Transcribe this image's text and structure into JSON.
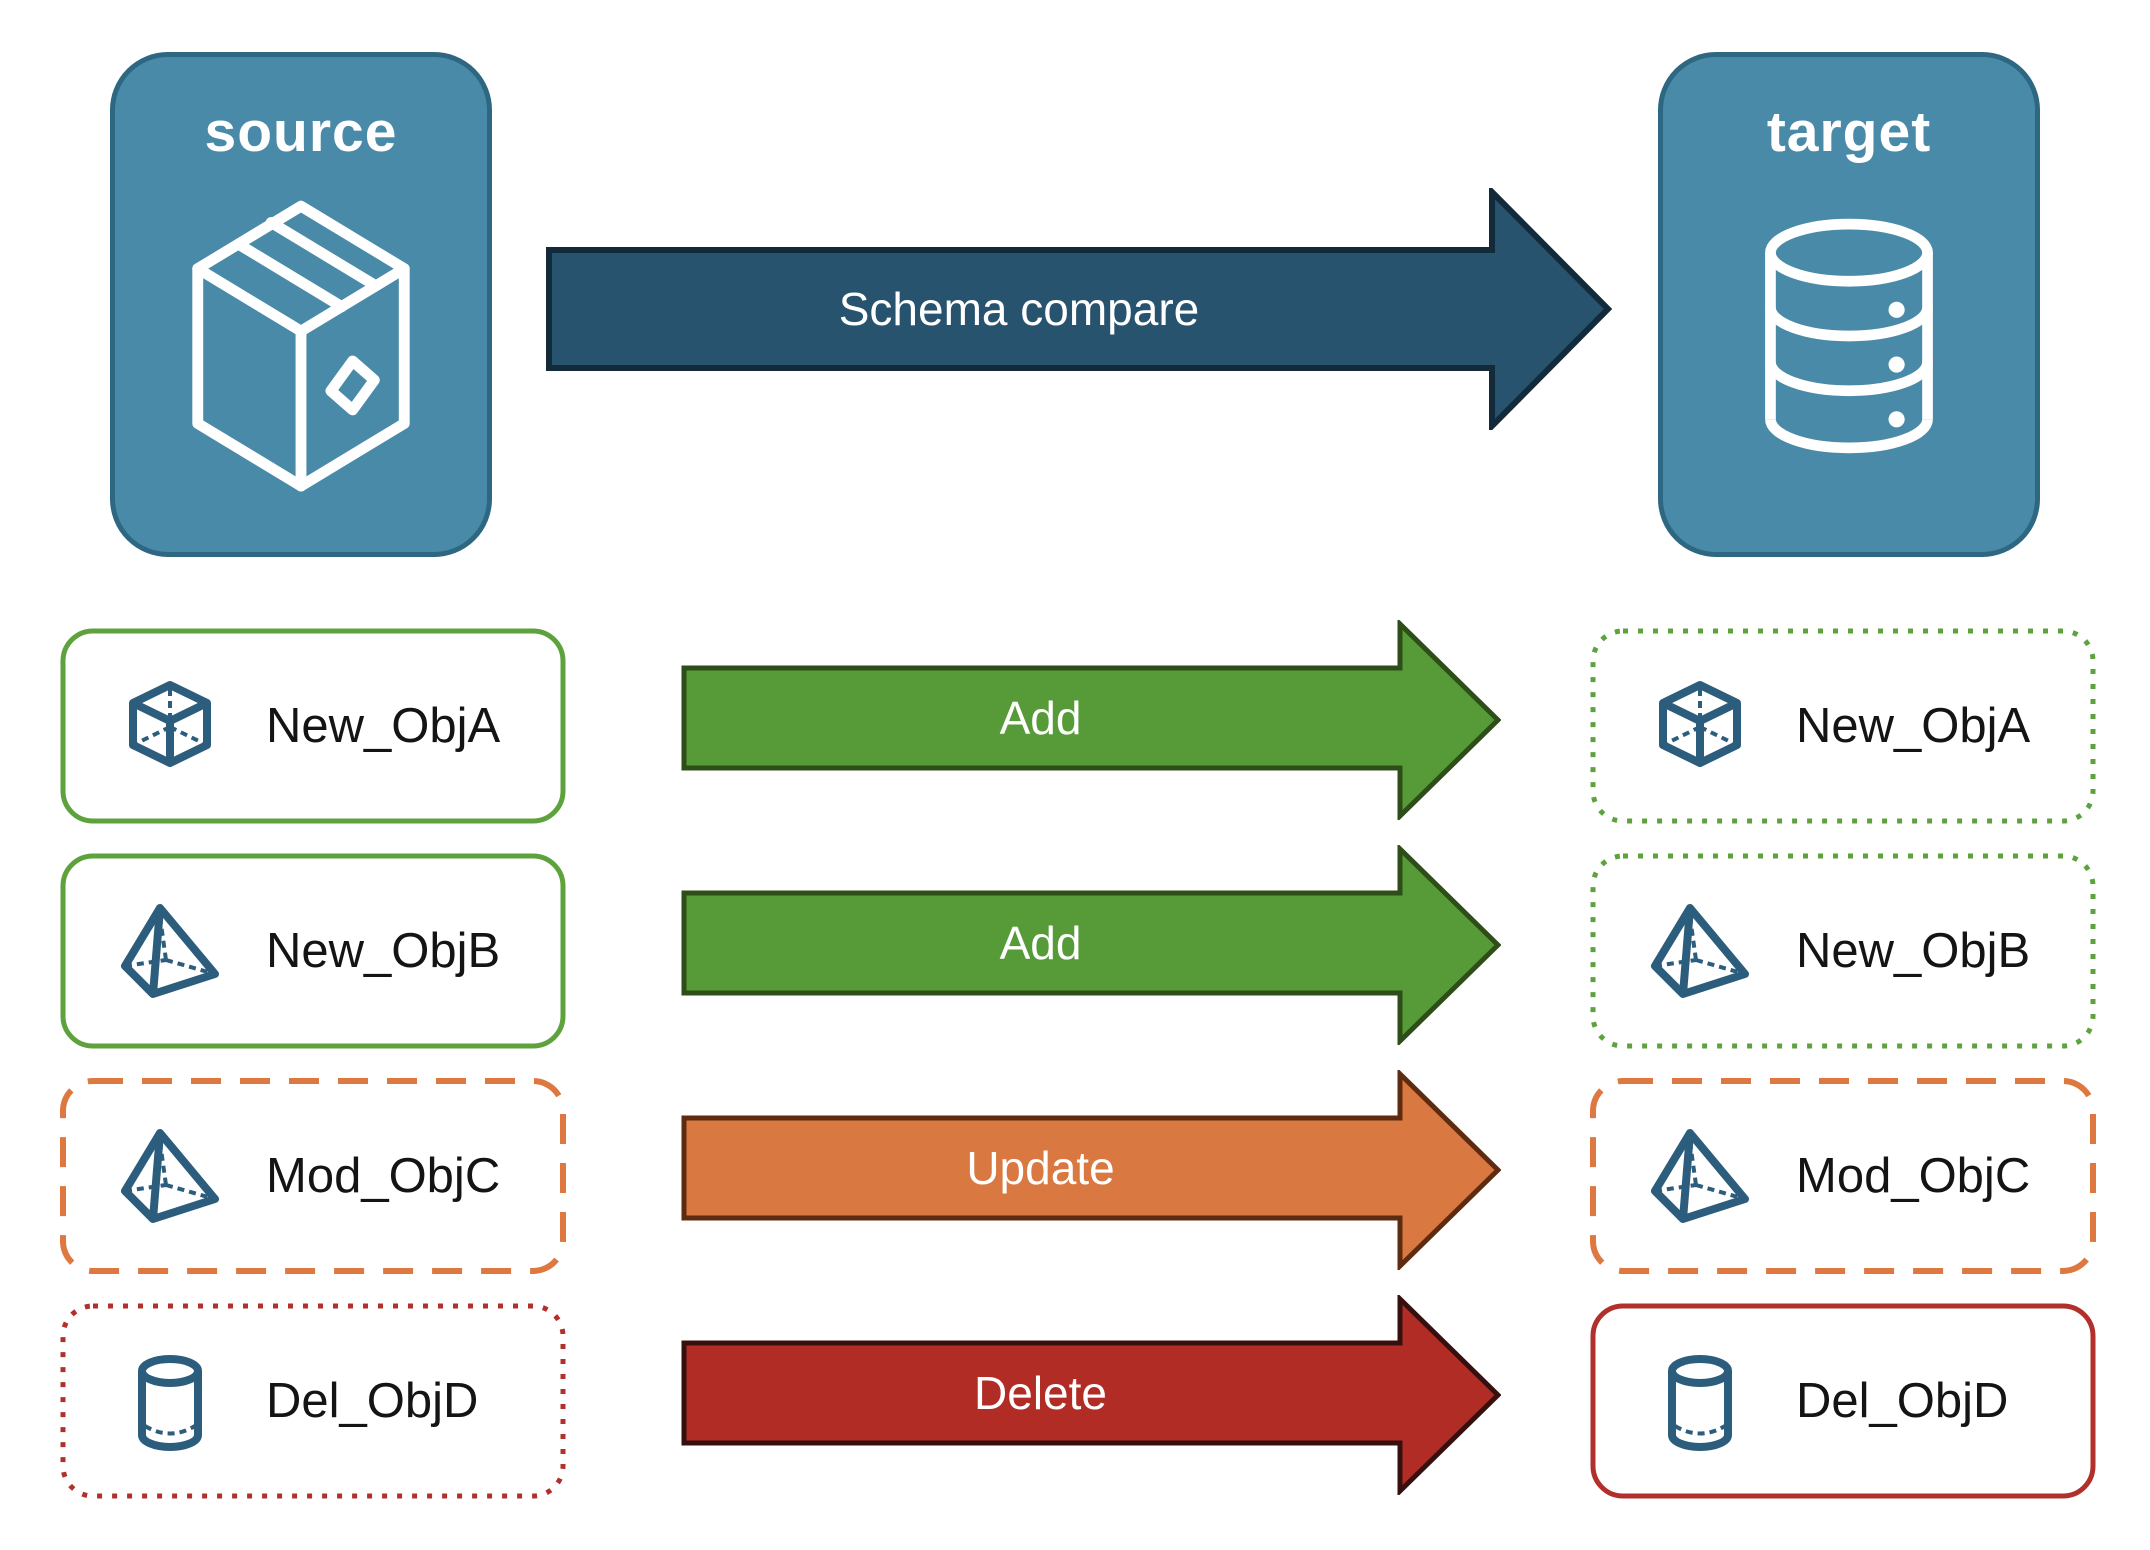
{
  "diagram": {
    "source": {
      "label": "source",
      "icon": "package-box"
    },
    "target": {
      "label": "target",
      "icon": "database"
    },
    "compare_arrow": {
      "label": "Schema compare",
      "color": "#27536e"
    },
    "rows": [
      {
        "object": "New_ObjA",
        "icon": "cube",
        "action": "Add",
        "action_color": "#579b38",
        "source_border": "solid-green",
        "target_border": "dotted-green"
      },
      {
        "object": "New_ObjB",
        "icon": "pyramid",
        "action": "Add",
        "action_color": "#579b38",
        "source_border": "solid-green",
        "target_border": "dotted-green"
      },
      {
        "object": "Mod_ObjC",
        "icon": "pyramid",
        "action": "Update",
        "action_color": "#d97840",
        "source_border": "dashed-orange",
        "target_border": "dashed-orange"
      },
      {
        "object": "Del_ObjD",
        "icon": "cylinder",
        "action": "Delete",
        "action_color": "#b22c26",
        "source_border": "dotted-red",
        "target_border": "solid-red"
      }
    ],
    "colors": {
      "node_fill": "#4a8aa9",
      "node_border": "#2d6781",
      "icon_blue": "#2d5d7d",
      "green": "#5ea23e",
      "orange": "#dd7840",
      "red": "#b2302b",
      "navy": "#27536e"
    }
  }
}
